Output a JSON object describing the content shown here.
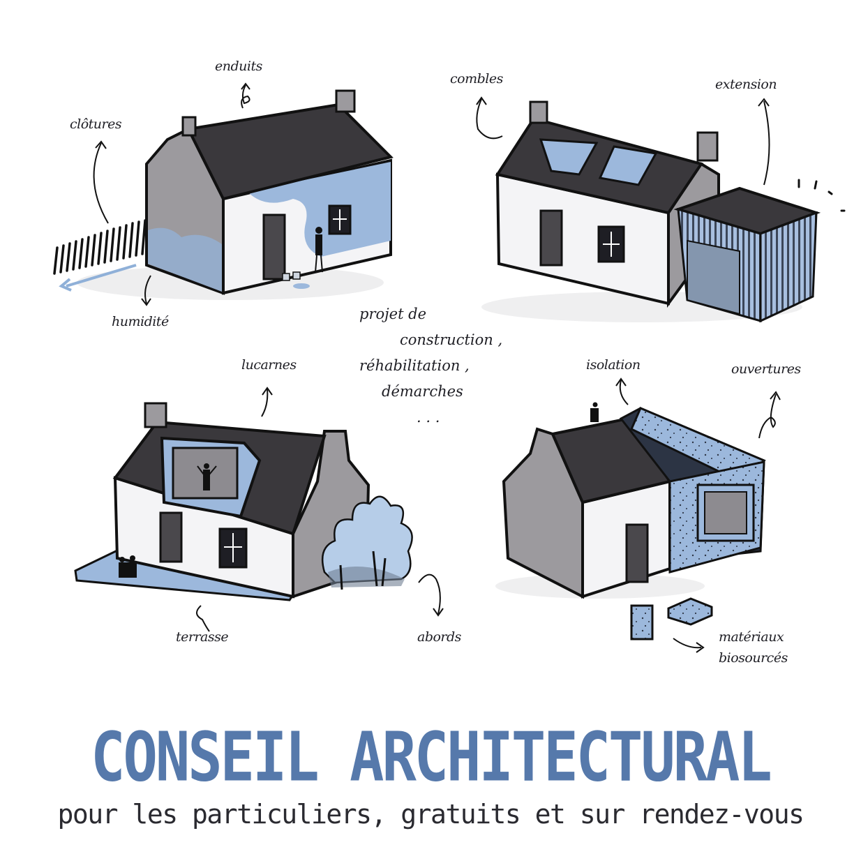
{
  "colors": {
    "accent_blue": "#5679ab",
    "light_blue": "#9cb8dc",
    "roof_dark": "#3a383c",
    "wall_grey": "#9c9a9e",
    "ink": "#1e1e24"
  },
  "houses": [
    {
      "id": "house-top-left",
      "labels": [
        "enduits",
        "clôtures",
        "humidité"
      ]
    },
    {
      "id": "house-top-right",
      "labels": [
        "combles",
        "extension"
      ]
    },
    {
      "id": "house-bottom-left",
      "labels": [
        "lucarnes",
        "terrasse",
        "abords"
      ]
    },
    {
      "id": "house-bottom-right",
      "labels": [
        "isolation",
        "ouvertures",
        "matériaux biosourcés"
      ]
    }
  ],
  "labels": {
    "enduits": "enduits",
    "clotures": "clôtures",
    "humidite": "humidité",
    "combles": "combles",
    "extension": "extension",
    "lucarnes": "lucarnes",
    "terrasse": "terrasse",
    "abords": "abords",
    "isolation": "isolation",
    "ouvertures": "ouvertures",
    "materiaux_line1": "matériaux",
    "materiaux_line2": "biosourcés"
  },
  "center_note": {
    "line1": "projet de",
    "line2": "construction ,",
    "line3": "réhabilitation ,",
    "line4": "démarches",
    "line5": ". . ."
  },
  "title": "CONSEIL ARCHITECTURAL",
  "subtitle": "pour les particuliers, gratuits et sur rendez-vous"
}
